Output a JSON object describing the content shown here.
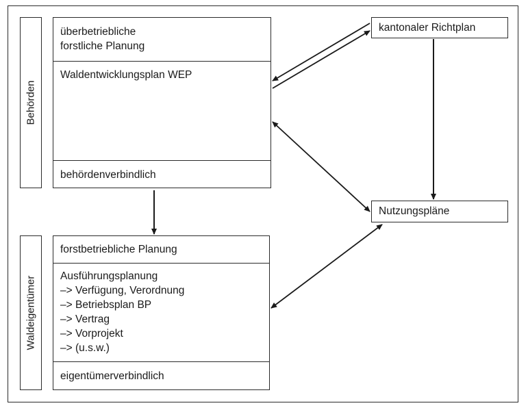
{
  "side_labels": {
    "authorities": "Behörden",
    "forest_owners": "Waldeigentümer"
  },
  "authority_box": {
    "header_line1": "überbetriebliche",
    "header_line2": "forstliche Planung",
    "main": "Waldentwicklungsplan WEP",
    "footer": "behördenverbindlich"
  },
  "owner_box": {
    "header": "forstbetriebliche Planung",
    "lines": [
      "Ausführungsplanung",
      "–> Verfügung, Verordnung",
      "–> Betriebsplan BP",
      "–> Vertrag",
      "–> Vorprojekt",
      "–> (u.s.w.)"
    ],
    "footer": "eigentümerverbindlich"
  },
  "cantonal_plan": "kantonaler Richtplan",
  "usage_plans": "Nutzungspläne"
}
